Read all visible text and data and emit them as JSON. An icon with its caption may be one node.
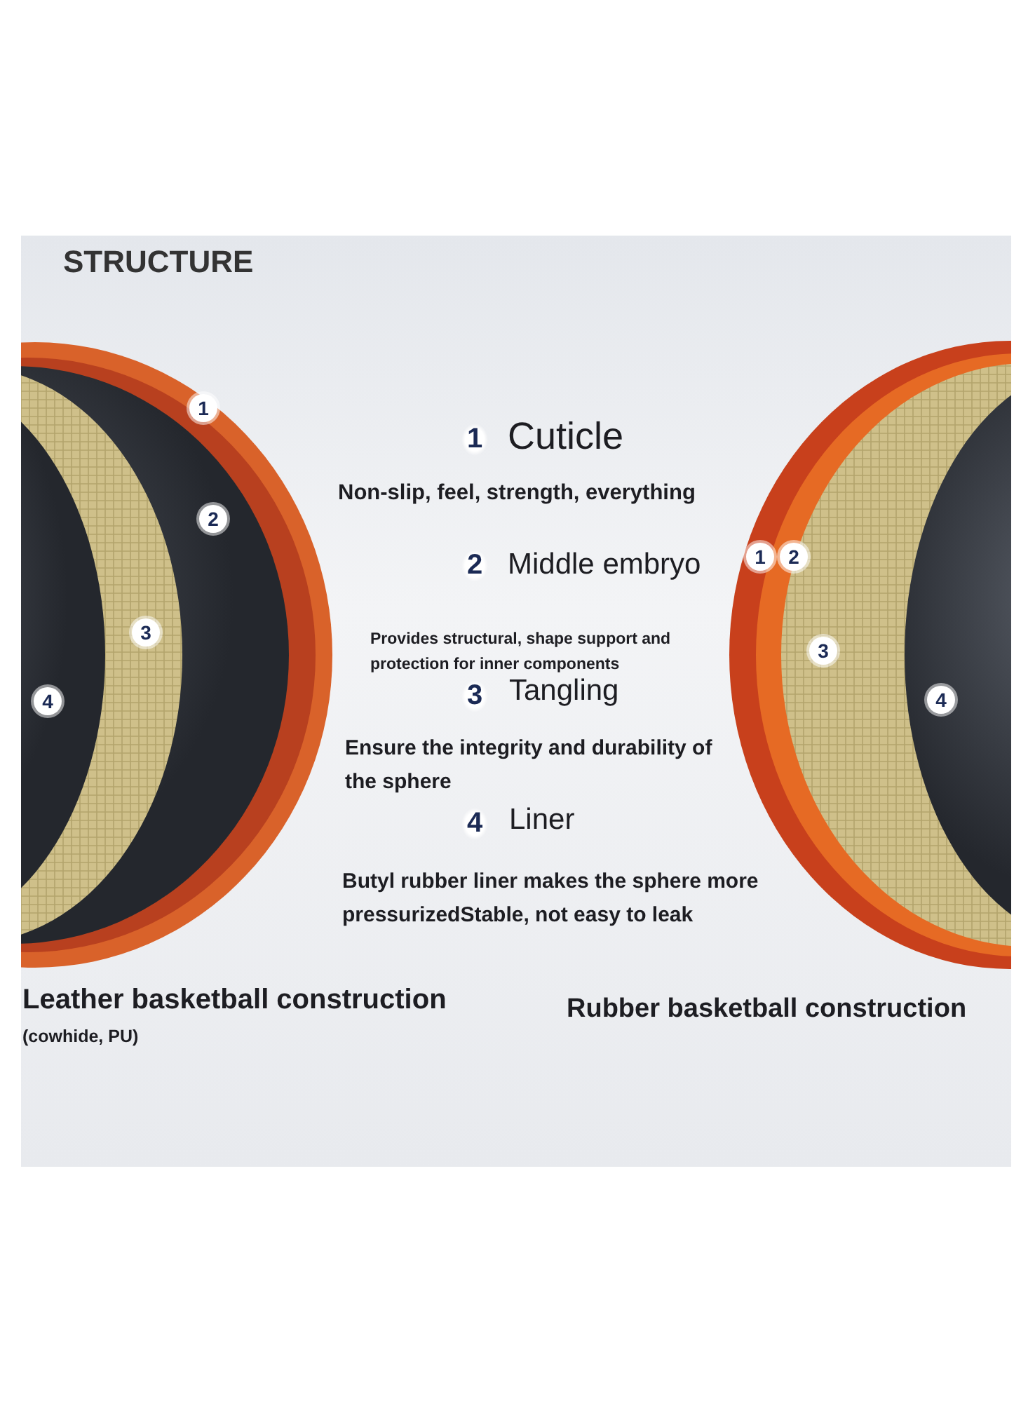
{
  "diagram": {
    "title": "STRUCTURE",
    "labels": [
      "1",
      "2",
      "3",
      "4",
      "1",
      "Cuticle",
      "Non-slip, feel, strength, everything",
      "2",
      "Middle embryo",
      "Provides structural, shape support and protection for inner components",
      "3",
      "Tangling",
      "Ensure the integrity and durability of the sphere",
      "4",
      "Liner",
      "Butyl rubber liner makes the sphere more pressurizedStable, not easy to leak",
      "1",
      "2",
      "3",
      "4",
      "Leather basketball construction",
      "(cowhide, PU)",
      "Rubber basketball construction"
    ]
  }
}
